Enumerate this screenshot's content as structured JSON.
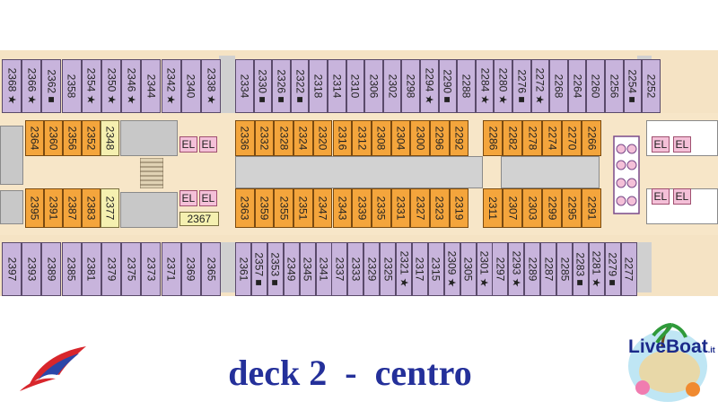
{
  "title": "deck 2  -  centro",
  "badge": {
    "name": "LiveBoat",
    "suffix": ".it"
  },
  "colors": {
    "outside_cabin": "#c8b4dc",
    "inside_cabin": "#f4a53c",
    "accessible_cabin": "#f5f0b0",
    "elevator": "#f4c0d8",
    "corridor": "#f7e6c8",
    "title": "#24309a"
  },
  "icons": [
    "carnival-funnel-logo-icon",
    "liveboat-island-badge-icon",
    "staircase-icon",
    "elevator-icon"
  ],
  "elevator_label": "EL",
  "top_outside_left": [
    "2368 ★",
    "2366 ★",
    "2362 ■",
    "2358",
    "2354 ★",
    "2350 ★",
    "2346 ★",
    "2344",
    "2342 ★",
    "2340",
    "2338 ★"
  ],
  "top_outside_right": [
    "2334",
    "2330 ■",
    "2326 ■",
    "2322 ■",
    "2318",
    "2314",
    "2310",
    "2306",
    "2302",
    "2298",
    "2294 ★",
    "2290 ■",
    "2288",
    "2284 ★",
    "2280 ★",
    "2276 ■",
    "2272 ★",
    "2268",
    "2264",
    "2260",
    "2256",
    "2254 ■",
    "2252"
  ],
  "inside_top_left": [
    "2364",
    "2360",
    "2356",
    "2352",
    "2348"
  ],
  "inside_top_mid": [
    "2336",
    "2332",
    "2328",
    "2324",
    "2320",
    "2316",
    "2312",
    "2308",
    "2304",
    "2300",
    "2296",
    "2292"
  ],
  "inside_top_right": [
    "2286",
    "2282",
    "2278",
    "2274",
    "2270",
    "2266"
  ],
  "inside_bottom_left": [
    "2395",
    "2391",
    "2387",
    "2383",
    "2377"
  ],
  "inside_bottom_small": "2367",
  "inside_bottom_mid": [
    "2363",
    "2359",
    "2355",
    "2351",
    "2347",
    "2343",
    "2339",
    "2335",
    "2331",
    "2327",
    "2323",
    "2319"
  ],
  "inside_bottom_right": [
    "2311",
    "2307",
    "2303",
    "2299",
    "2295",
    "2291"
  ],
  "bottom_outside_left": [
    "2397",
    "2393",
    "2389",
    "2385",
    "2381",
    "2379",
    "2375",
    "2373",
    "2371",
    "2369",
    "2365"
  ],
  "bottom_outside_right": [
    "2361",
    "2357 ■",
    "2353 ■",
    "2349",
    "2345",
    "2341",
    "2337",
    "2333",
    "2329",
    "2325",
    "2321 ★",
    "2317",
    "2315",
    "2309 ★",
    "2305",
    "2301 ★",
    "2297",
    "2293 ★",
    "2289",
    "2287",
    "2285",
    "2283 ■",
    "2281 ★",
    "2279 ■",
    "2277"
  ]
}
